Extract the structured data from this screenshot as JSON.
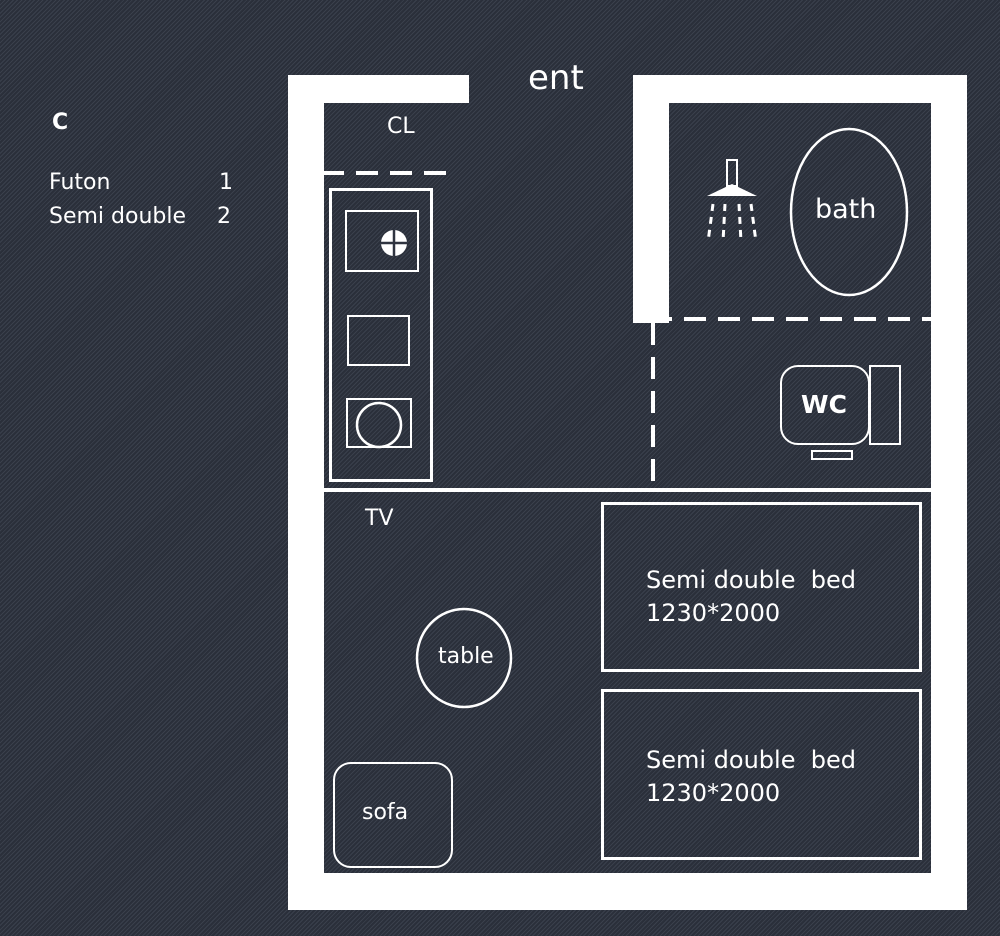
{
  "legend": {
    "type_label": "C",
    "items": [
      {
        "name": "Futon",
        "count": "1"
      },
      {
        "name": "Semi double",
        "count": "2"
      }
    ]
  },
  "labels": {
    "entrance": "ent",
    "closet": "CL",
    "bath": "bath",
    "wc": "WC",
    "tv": "TV",
    "table": "table",
    "sofa": "sofa",
    "bed1_name": "Semi double  bed",
    "bed1_size": "1230*2000",
    "bed2_name": "Semi double  bed",
    "bed2_size": "1230*2000"
  }
}
